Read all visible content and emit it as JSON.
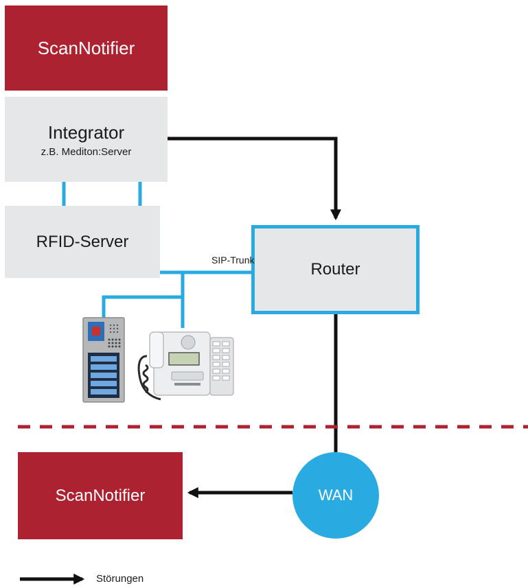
{
  "nodes": {
    "scan_notifier_top": "ScanNotifier",
    "integrator_title": "Integrator",
    "integrator_subtitle": "z.B. Mediton:Server",
    "rfid_server": "RFID-Server",
    "router": "Router",
    "wan": "WAN",
    "scan_notifier_bottom": "ScanNotifier"
  },
  "edges": {
    "sip_trunk_label": "SIP-Trunk"
  },
  "legend": {
    "arrow_label": "Störungen"
  },
  "colors": {
    "scan_notifier": "#ad2230",
    "grey_box": "#e6e7e8",
    "network_blue": "#29abe2",
    "black_arrow": "#111111",
    "divider_red": "#ad2230"
  },
  "icons": [
    "door-intercom-panel-icon",
    "desk-phone-icon"
  ]
}
